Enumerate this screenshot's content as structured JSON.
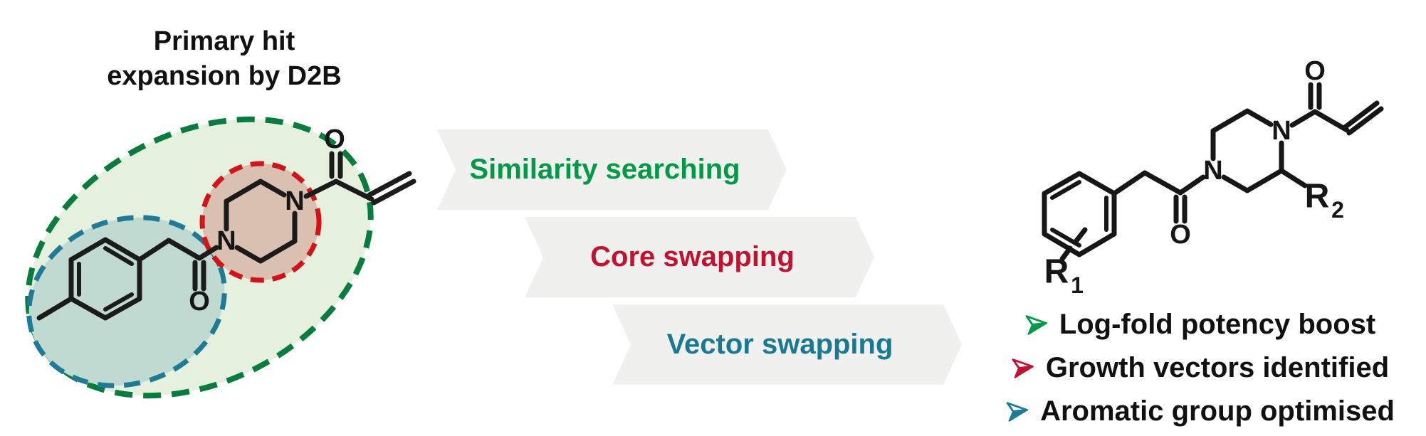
{
  "figure": {
    "title": {
      "line1": "Primary hit",
      "line2": "expansion by D2B"
    }
  },
  "steps": [
    {
      "label": "Similarity searching",
      "color": "#009a47"
    },
    {
      "label": "Core swapping",
      "color": "#c01330"
    },
    {
      "label": "Vector swapping",
      "color": "#177a90"
    }
  ],
  "outcomes": [
    {
      "label": "Log-fold potency boost",
      "marker_color": "#009a47"
    },
    {
      "label": "Growth vectors identified",
      "marker_color": "#c01330"
    },
    {
      "label": "Aromatic group optimised",
      "marker_color": "#1d7b9c"
    }
  ],
  "highlights": {
    "similarity_region": {
      "stroke": "#077c3f",
      "fill": "#e5f1de"
    },
    "vector_region": {
      "stroke": "#1e7b97",
      "fill": "#c0dad1"
    },
    "core_region": {
      "stroke": "#d31317",
      "fill": "#d9c0b1"
    }
  },
  "molecules": {
    "hit": {
      "n_amide": "N",
      "n_acryloyl": "N",
      "o_amide": "O",
      "o_acryloyl": "O"
    },
    "product": {
      "n_amide": "N",
      "n_acryloyl": "N",
      "o_amide": "O",
      "o_acryloyl": "O",
      "r1_base": "R",
      "r1_sub": "1",
      "r2_base": "R",
      "r2_sub": "2"
    }
  }
}
